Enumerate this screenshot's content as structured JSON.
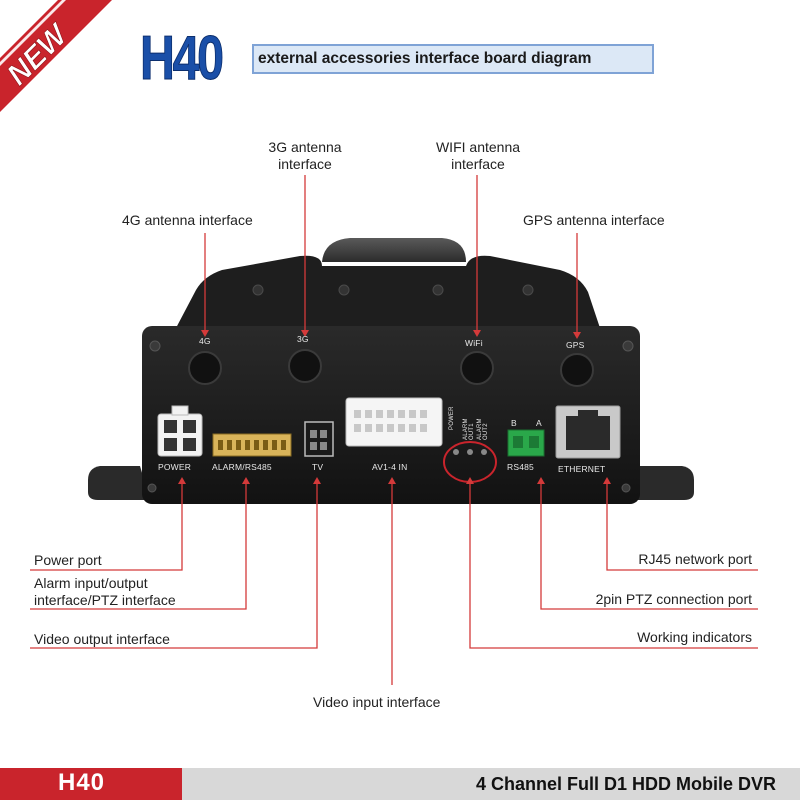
{
  "badge": {
    "text": "NEW"
  },
  "title": {
    "model": "H40",
    "subtitle": "external accessories interface board diagram"
  },
  "top_labels": {
    "antenna_3g": [
      "3G antenna",
      "interface"
    ],
    "antenna_wifi": [
      "WIFI antenna",
      "interface"
    ],
    "antenna_4g": "4G antenna interface",
    "antenna_gps": "GPS antenna interface"
  },
  "device": {
    "antenna_4g": "4G",
    "antenna_3g": "3G",
    "antenna_wifi": "WiFi",
    "antenna_gps": "GPS",
    "power": "POWER",
    "alarm": "ALARM/RS485",
    "tv": "TV",
    "av": "AV1-4 IN",
    "led_power": "POWER",
    "led_alarm1": "ALARM OUT1",
    "led_alarm2": "ALARM OUT2",
    "rs485_b": "B",
    "rs485_a": "A",
    "rs485": "RS485",
    "ethernet": "ETHERNET"
  },
  "left_labels": {
    "power_port": "Power port",
    "alarm_io": [
      "Alarm input/output",
      "interface/PTZ interface"
    ],
    "video_out": "Video output interface"
  },
  "right_labels": {
    "rj45": "RJ45 network port",
    "ptz": "2pin PTZ connection port",
    "indicators": "Working indicators"
  },
  "bottom_label": {
    "video_in": "Video input interface"
  },
  "footer": {
    "model": "H40",
    "product": "4 Channel Full D1 HDD Mobile DVR"
  },
  "colors": {
    "accent_red": "#c9242c",
    "title_blue": "#1a4fa8",
    "device_body": "#1b1b1b"
  }
}
